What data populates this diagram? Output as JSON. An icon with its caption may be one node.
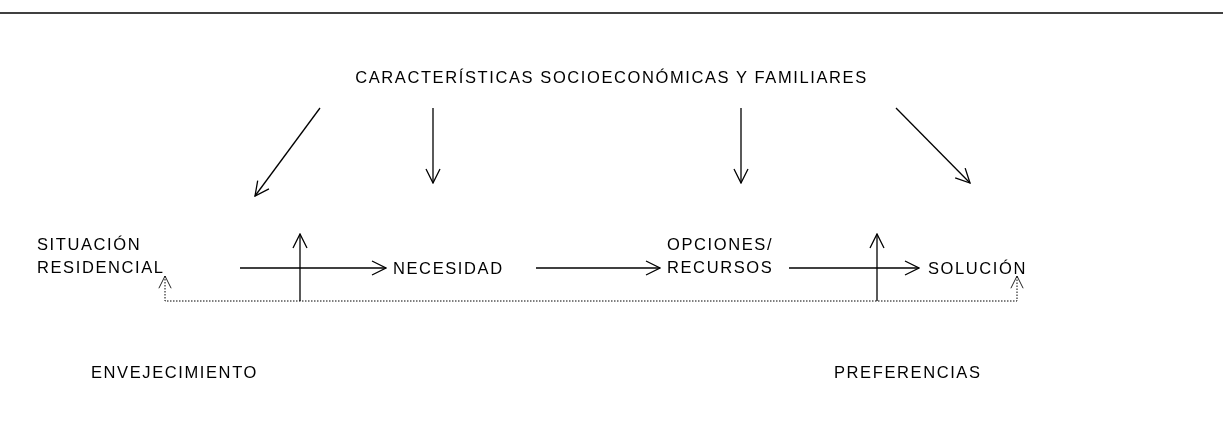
{
  "diagram": {
    "nodes": [
      {
        "text": [
          "CARACTERÍSTICAS SOCIOECONÓMICAS Y FAMILIARES"
        ]
      },
      {
        "text": [
          "SITUACIÓN RESIDENCIAL"
        ]
      },
      {
        "text": [
          "NECESIDAD"
        ]
      },
      {
        "text": [
          "OPCIONES/ RECURSOS"
        ]
      },
      {
        "text": [
          "SOLUCIÓN"
        ]
      },
      {
        "text": [
          "ENVEJECIMIENTO"
        ]
      },
      {
        "text": [
          "PREFERENCIAS"
        ]
      }
    ],
    "edges": [
      {
        "from": 0,
        "to": 1,
        "arrow": "to"
      },
      {
        "from": 0,
        "to": 2,
        "arrow": "to"
      },
      {
        "from": 0,
        "to": 3,
        "arrow": "to"
      },
      {
        "from": 0,
        "to": 4,
        "arrow": "to"
      },
      {
        "from": 1,
        "to": 2,
        "arrow": "to"
      },
      {
        "from": 2,
        "to": 3,
        "arrow": "to"
      },
      {
        "from": 3,
        "to": 4,
        "arrow": "to"
      },
      {
        "from": 1,
        "to": 4,
        "arrow": "both",
        "style": "dashed"
      }
    ]
  }
}
